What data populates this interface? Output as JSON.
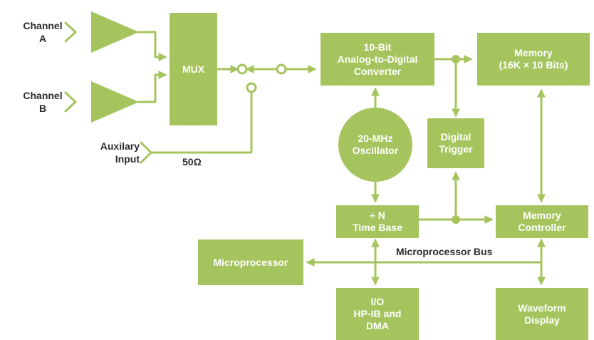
{
  "colors": {
    "block": "#a6c45e",
    "wire": "#a6c45e",
    "block_text": "#ffffff",
    "label_text": "#2b2b2b",
    "background": "#ffffff"
  },
  "inputs": {
    "channel_a": [
      "Channel",
      "A"
    ],
    "channel_b": [
      "Channel",
      "B"
    ],
    "auxiliary": [
      "Auxilary",
      "Input"
    ],
    "impedance": "50Ω"
  },
  "blocks": {
    "mux": [
      "MUX"
    ],
    "adc": [
      "10-Bit",
      "Analog-to-Digital",
      "Converter"
    ],
    "memory": [
      "Memory",
      "(16K × 10 Bits)"
    ],
    "oscillator": [
      "20-MHz",
      "Oscillator"
    ],
    "digital_trigger": [
      "Digital",
      "Trigger"
    ],
    "time_base": [
      "÷ N",
      "Time Base"
    ],
    "memory_controller": [
      "Memory",
      "Controller"
    ],
    "microprocessor": [
      "Microprocessor"
    ],
    "io": [
      "I/O",
      "HP-IB and",
      "DMA"
    ],
    "waveform_display": [
      "Waveform",
      "Display"
    ]
  },
  "bus_label": "Microprocessor Bus"
}
